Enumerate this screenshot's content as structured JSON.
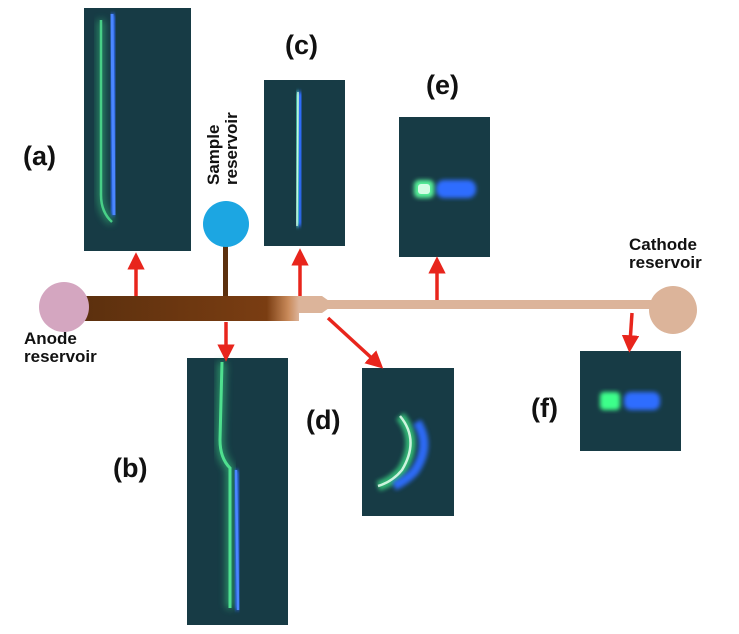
{
  "panels": {
    "a": "(a)",
    "b": "(b)",
    "c": "(c)",
    "d": "(d)",
    "e": "(e)",
    "f": "(f)"
  },
  "reservoirs": {
    "anode": [
      "Anode",
      "reservoir"
    ],
    "cathode": [
      "Cathode",
      "reservoir"
    ],
    "sample": [
      "Sample",
      "reservoir"
    ]
  },
  "colors": {
    "channel_dark": "#5c300e",
    "channel_light": "#dcb49a",
    "anode_reservoir": "#d4a6c0",
    "cathode_reservoir": "#dcb49a",
    "sample_reservoir": "#1ca6e2",
    "arrow": "#e8251c",
    "image_background": "#163a44",
    "band_green": "#3cff8a",
    "band_blue": "#2d6dff"
  }
}
